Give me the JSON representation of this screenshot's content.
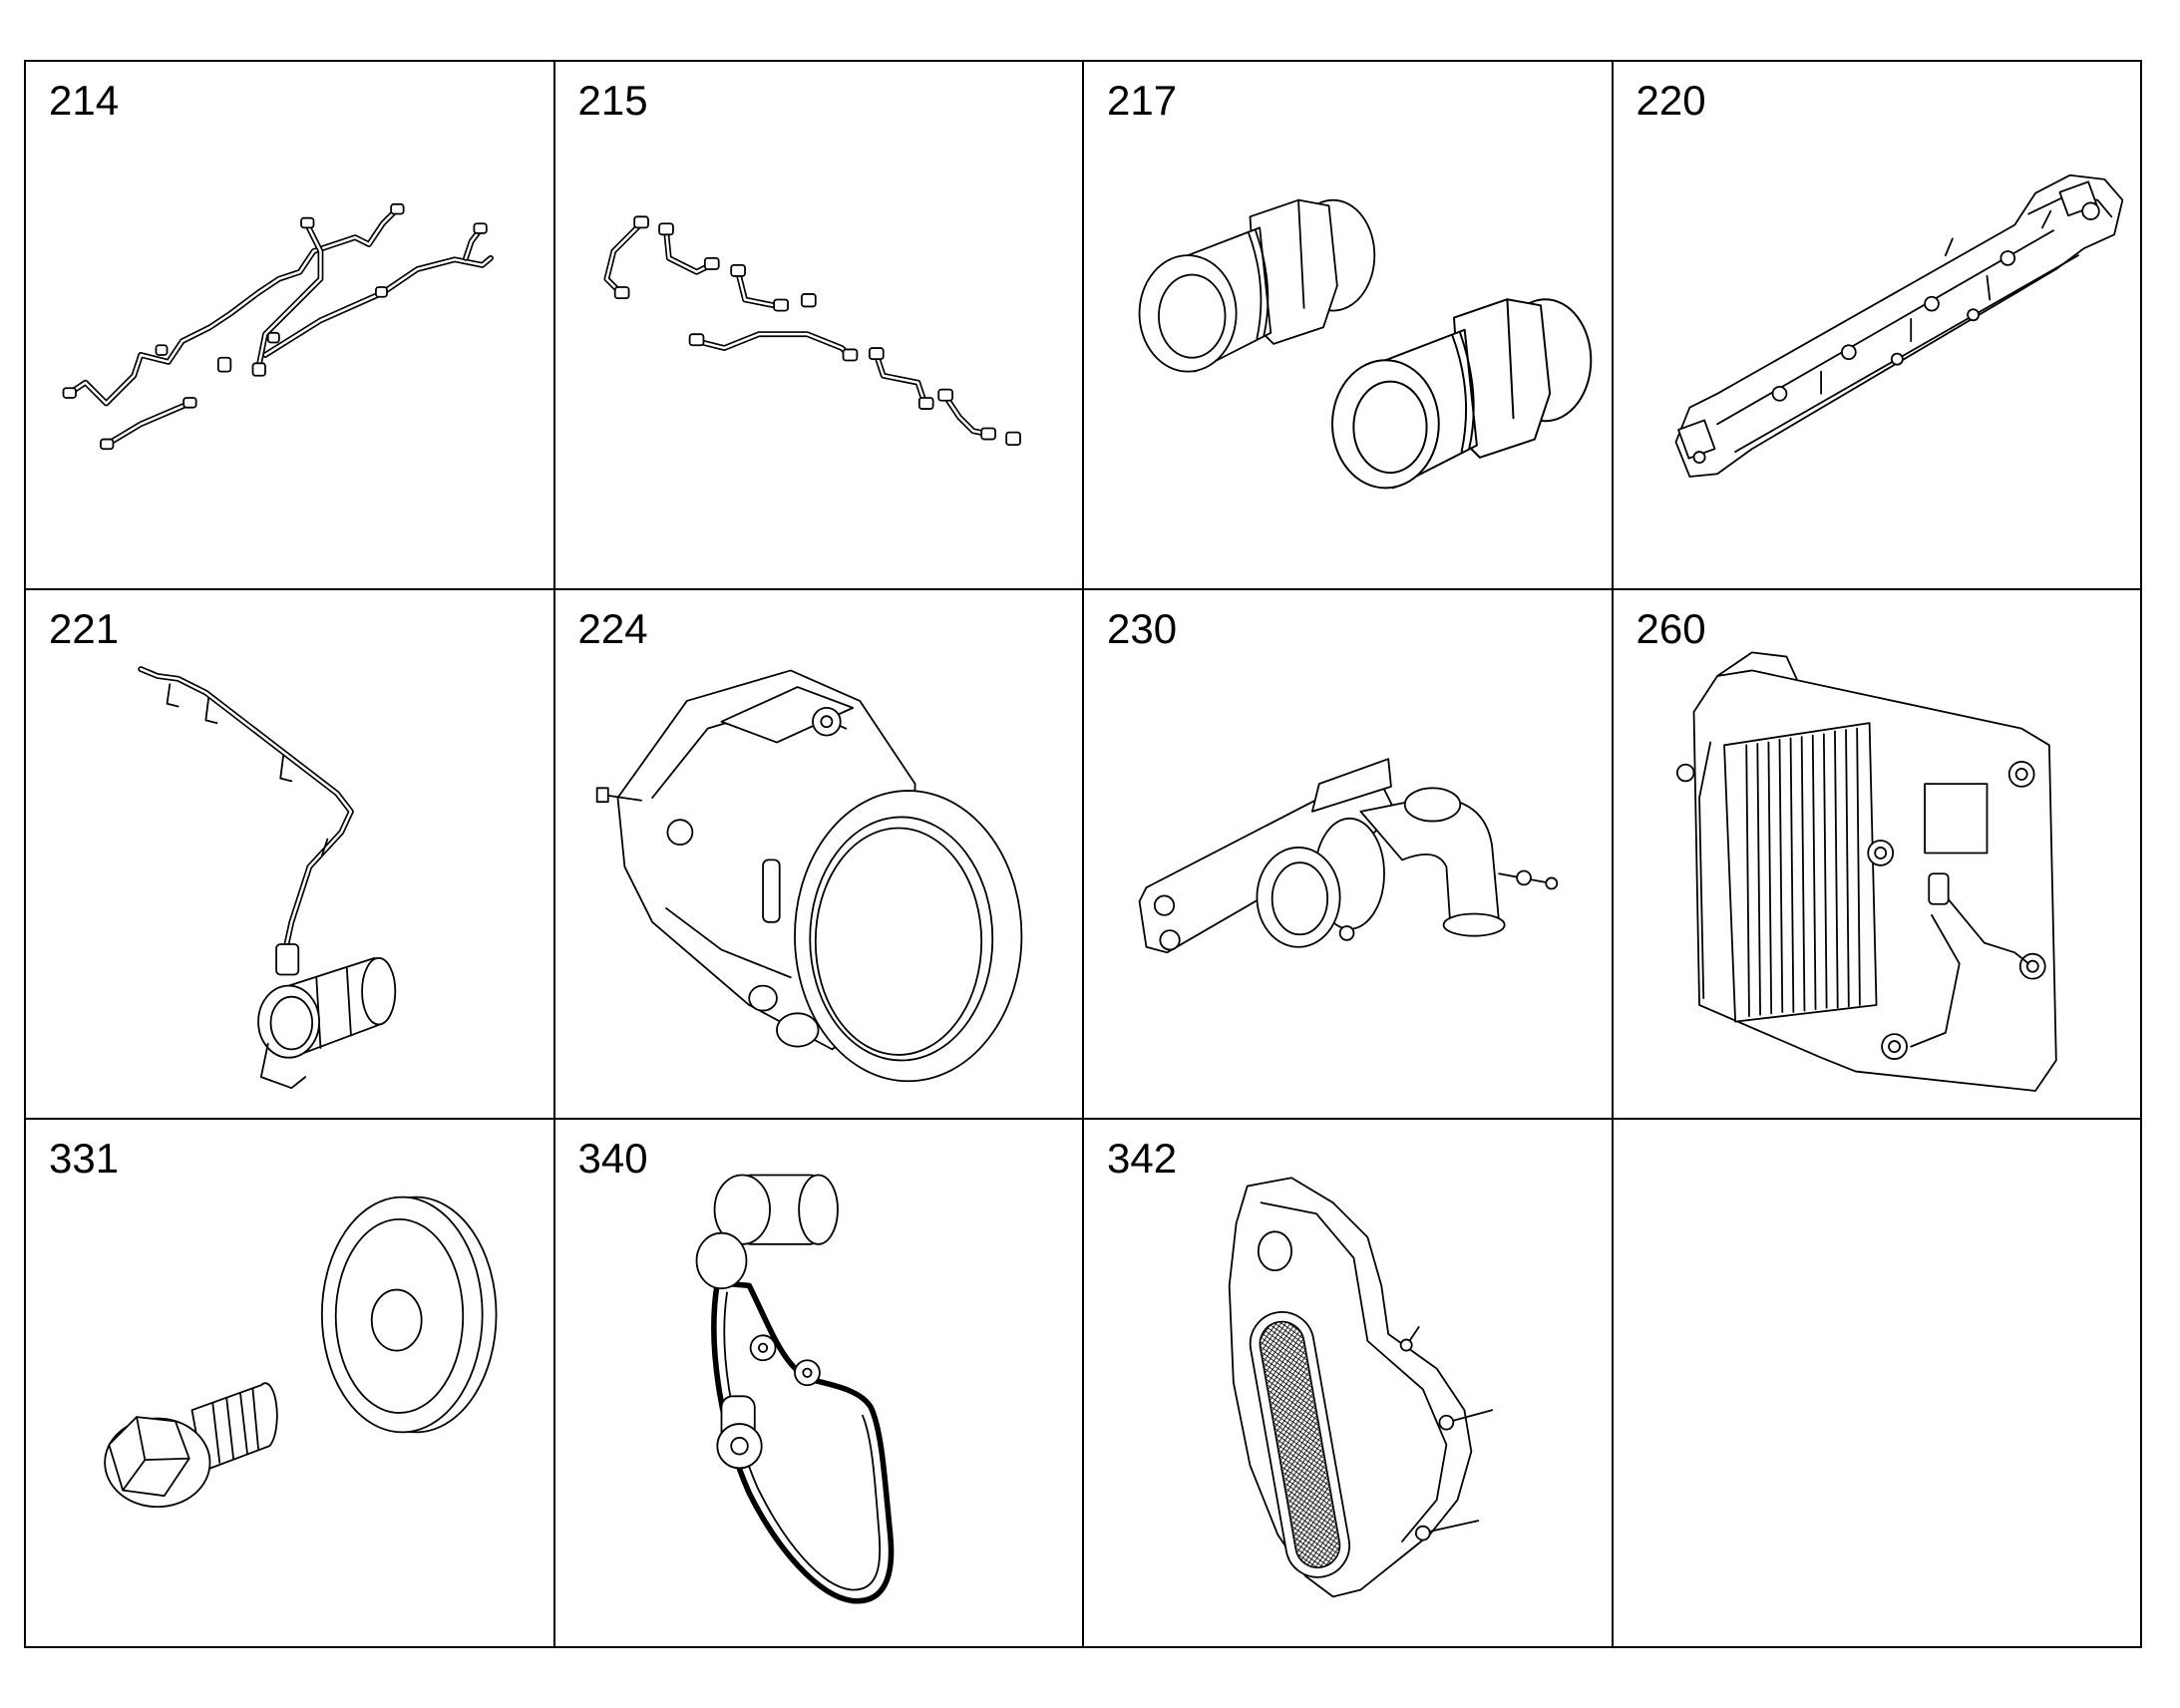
{
  "catalog": {
    "cells": [
      {
        "number": "214",
        "illustration": "fuel-line-set"
      },
      {
        "number": "215",
        "illustration": "injection-line-set"
      },
      {
        "number": "217",
        "illustration": "pipe-fittings"
      },
      {
        "number": "220",
        "illustration": "frame-rail"
      },
      {
        "number": "221",
        "illustration": "pipe-with-sensor"
      },
      {
        "number": "224",
        "illustration": "throttle-housing"
      },
      {
        "number": "230",
        "illustration": "bracket-with-elbow"
      },
      {
        "number": "260",
        "illustration": "cooler-plate"
      },
      {
        "number": "331",
        "illustration": "bolt-and-washer"
      },
      {
        "number": "340",
        "illustration": "belt-drive"
      },
      {
        "number": "342",
        "illustration": "cover-plate"
      },
      {
        "number": "",
        "illustration": ""
      }
    ]
  }
}
